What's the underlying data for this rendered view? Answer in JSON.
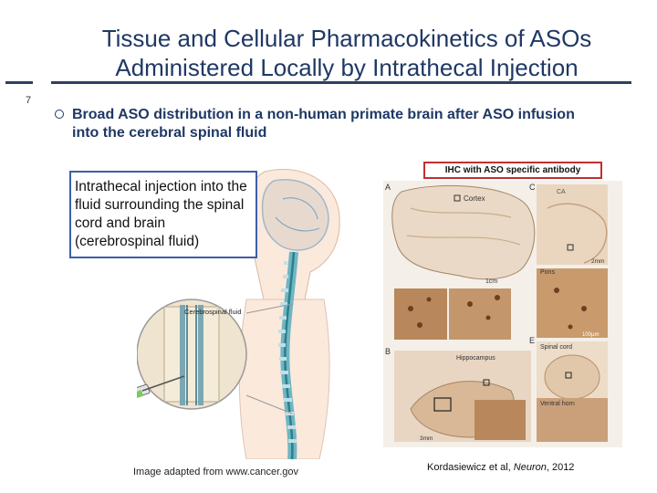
{
  "slide": {
    "title_line1": "Tissue and Cellular Pharmacokinetics of ASOs",
    "title_line2": "Administered Locally by Intrathecal Injection",
    "number": "7",
    "bullet": "Broad ASO distribution in a non-human primate brain after ASO infusion into the cerebral spinal fluid"
  },
  "left_figure": {
    "callout": "Intrathecal injection into the fluid surrounding the spinal cord and brain (cerebrospinal fluid)",
    "csf_label": "Cerebrospinal fluid",
    "credit": "Image adapted from www.cancer.gov"
  },
  "right_figure": {
    "header": "IHC with ASO specific antibody",
    "panel_A": "A",
    "panel_B": "B",
    "panel_C": "C",
    "panel_E": "E",
    "cortex": "Cortex",
    "ca": "CA",
    "pons": "Pons",
    "hippocampus": "Hippocampus",
    "spinal_cord": "Spinal cord",
    "ventral_horn": "Ventral horn",
    "scale_1cm": "1cm",
    "scale_2mm": "2mm",
    "scale_3mm": "3mm",
    "scale_100um": "100µm",
    "citation_authors": "Kordasiewicz et al, ",
    "citation_journal": "Neuron",
    "citation_year": ", 2012"
  },
  "colors": {
    "title": "#1f3864",
    "callout_border": "#3d5ea8",
    "ihc_border": "#c03030"
  }
}
